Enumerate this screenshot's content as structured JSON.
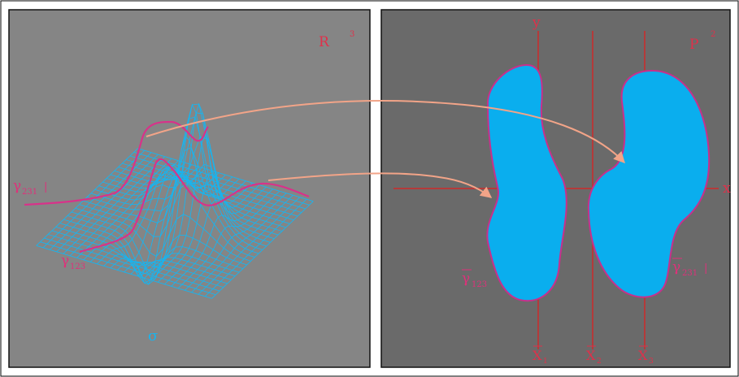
{
  "left_panel": {
    "space_label": "R",
    "space_sup": "3",
    "curve_a_label": "γ",
    "curve_a_sub": "231",
    "curve_a_suffix": "|",
    "curve_b_label": "γ",
    "curve_b_sub": "123",
    "origin_label": "σ"
  },
  "right_panel": {
    "space_label": "P",
    "space_sup": "2",
    "y_axis_label": "y",
    "x_axis_label": "x",
    "axis_labels": [
      {
        "text": "X",
        "sub": "1"
      },
      {
        "text": "X",
        "sub": "2"
      },
      {
        "text": "X",
        "sub": "3"
      }
    ],
    "region_a_label": "γ",
    "region_a_sub": "123",
    "region_b_label": "γ",
    "region_b_sub": "231",
    "region_b_suffix": "|"
  },
  "colors": {
    "left_bg": "#858585",
    "right_bg": "#6a6a6a",
    "mesh": "#19b4ee",
    "curve": "#d8328a",
    "axis_red": "#cc2a2a",
    "region_fill": "#0aaeee",
    "region_stroke": "#c8308c",
    "arrow": "#f2a488"
  }
}
